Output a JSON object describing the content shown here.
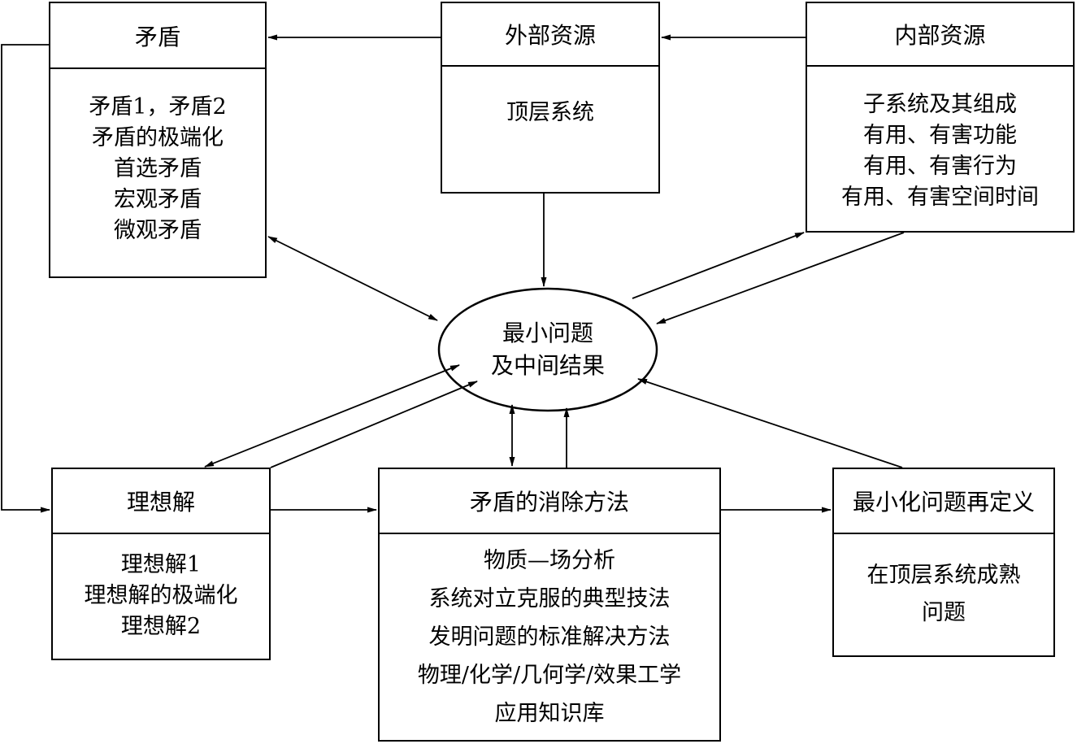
{
  "diagram": {
    "contradiction": {
      "title": "矛盾",
      "items": [
        "矛盾1，矛盾2",
        "矛盾的极端化",
        "首选矛盾",
        "宏观矛盾",
        "微观矛盾"
      ]
    },
    "external_resources": {
      "title": "外部资源",
      "items": [
        "顶层系统"
      ]
    },
    "internal_resources": {
      "title": "内部资源",
      "items": [
        "子系统及其组成",
        "有用、有害功能",
        "有用、有害行为",
        "有用、有害空间时间"
      ]
    },
    "center": {
      "lines": [
        "最小问题",
        "及中间结果"
      ]
    },
    "ideal_solution": {
      "title": "理想解",
      "items": [
        "理想解1",
        "理想解的极端化",
        "理想解2"
      ]
    },
    "elimination_methods": {
      "title": "矛盾的消除方法",
      "items": [
        "物质—场分析",
        "系统对立克服的典型技法",
        "发明问题的标准解决方法",
        "物理/化学/几何学/效果工学",
        "应用知识库"
      ]
    },
    "redefinition": {
      "title": "最小化问题再定义",
      "items": [
        "在顶层系统成熟",
        "问题"
      ]
    }
  }
}
